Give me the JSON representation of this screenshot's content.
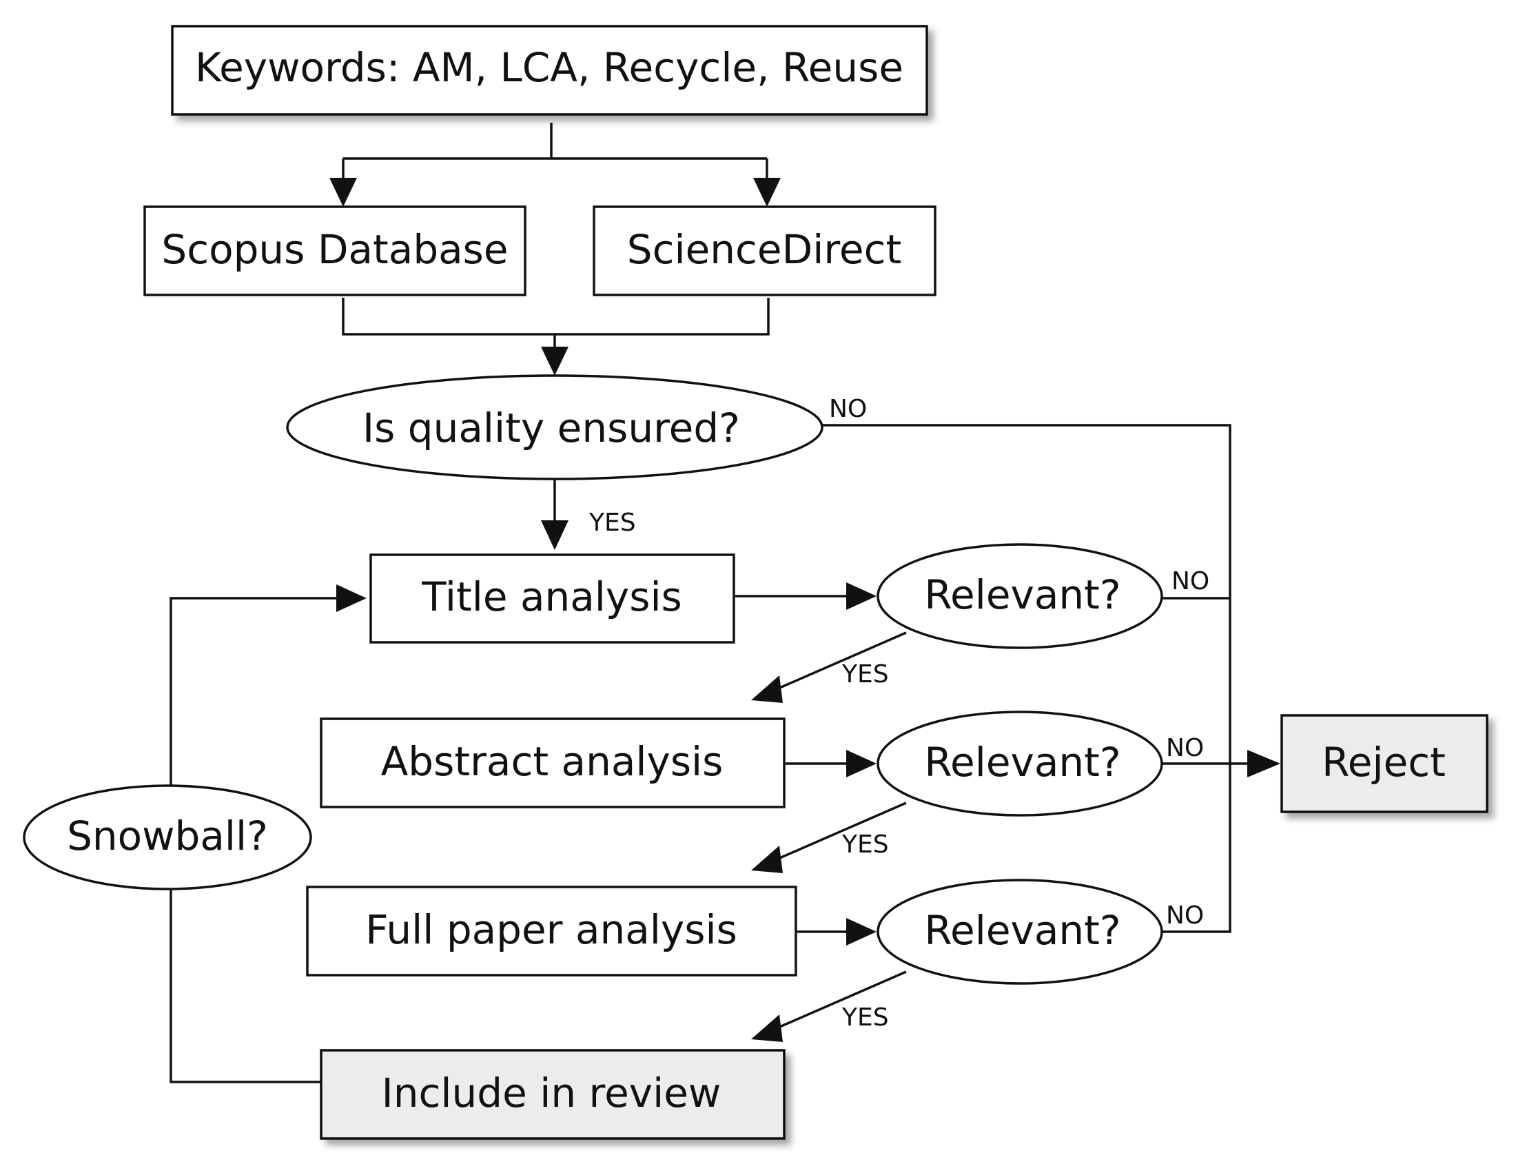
{
  "nodes": {
    "keywords": "Keywords: AM, LCA, Recycle, Reuse",
    "scopus": "Scopus Database",
    "sciencedirect": "ScienceDirect",
    "quality": "Is quality ensured?",
    "title_analysis": "Title analysis",
    "relevant_title": "Relevant?",
    "abstract_analysis": "Abstract analysis",
    "relevant_abstract": "Relevant?",
    "full_paper": "Full paper analysis",
    "relevant_full": "Relevant?",
    "include": "Include in review",
    "reject": "Reject",
    "snowball": "Snowball?"
  },
  "edge_labels": {
    "quality_no": "NO",
    "quality_yes": "YES",
    "title_no": "NO",
    "title_yes": "YES",
    "abstract_no": "NO",
    "abstract_yes": "YES",
    "full_no": "NO",
    "full_yes": "YES"
  },
  "colors": {
    "stroke": "#111111",
    "box_fill": "#ffffff",
    "terminal_fill": "#ececec"
  }
}
